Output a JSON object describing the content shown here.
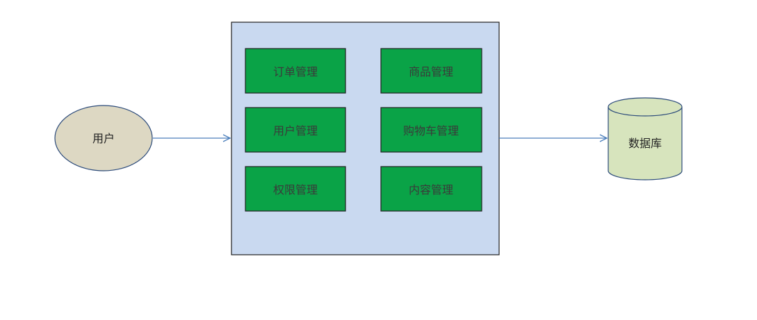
{
  "user": {
    "label": "用户"
  },
  "system": {
    "modules": [
      {
        "label": "订单管理"
      },
      {
        "label": "商品管理"
      },
      {
        "label": "用户管理"
      },
      {
        "label": "购物车管理"
      },
      {
        "label": "权限管理"
      },
      {
        "label": "内容管理"
      }
    ]
  },
  "database": {
    "label": "数据库"
  },
  "colors": {
    "user_fill": "#ddd8c3",
    "system_fill": "#c9d9f0",
    "module_fill": "#0aa347",
    "database_fill": "#d7e4bd",
    "arrow": "#4a7ebb",
    "outline": "#1f1f1f"
  }
}
